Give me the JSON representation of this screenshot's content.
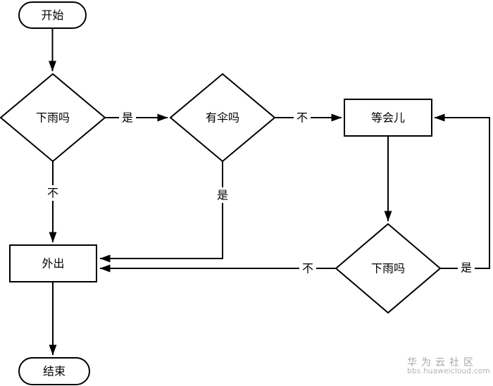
{
  "diagram": {
    "type": "flowchart",
    "background_color": "#ffffff",
    "line_color": "#000000",
    "node_fill_color": "#ffffff",
    "nodes": [
      {
        "id": "start",
        "shape": "stadium",
        "label": "开始"
      },
      {
        "id": "rain1",
        "shape": "diamond",
        "label": "下雨吗"
      },
      {
        "id": "umbrella",
        "shape": "diamond",
        "label": "有伞吗"
      },
      {
        "id": "wait",
        "shape": "rect",
        "label": "等会儿"
      },
      {
        "id": "rain2",
        "shape": "diamond",
        "label": "下雨吗"
      },
      {
        "id": "goout",
        "shape": "rect",
        "label": "外出"
      },
      {
        "id": "end",
        "shape": "stadium",
        "label": "结束"
      }
    ],
    "edges": [
      {
        "from": "start",
        "to": "rain1",
        "label": ""
      },
      {
        "from": "rain1",
        "to": "umbrella",
        "label": "是"
      },
      {
        "from": "rain1",
        "to": "goout",
        "label": "不"
      },
      {
        "from": "umbrella",
        "to": "wait",
        "label": "不"
      },
      {
        "from": "umbrella",
        "to": "goout",
        "label": "是"
      },
      {
        "from": "wait",
        "to": "rain2",
        "label": ""
      },
      {
        "from": "rain2",
        "to": "goout",
        "label": "不"
      },
      {
        "from": "rain2",
        "to": "wait",
        "label": "是"
      },
      {
        "from": "goout",
        "to": "end",
        "label": ""
      }
    ]
  },
  "watermark": {
    "title": "华为云社区",
    "url": "bbs.huaweicloud.com",
    "title_color": "#a6a6a6",
    "url_color": "#b5b5b5"
  }
}
